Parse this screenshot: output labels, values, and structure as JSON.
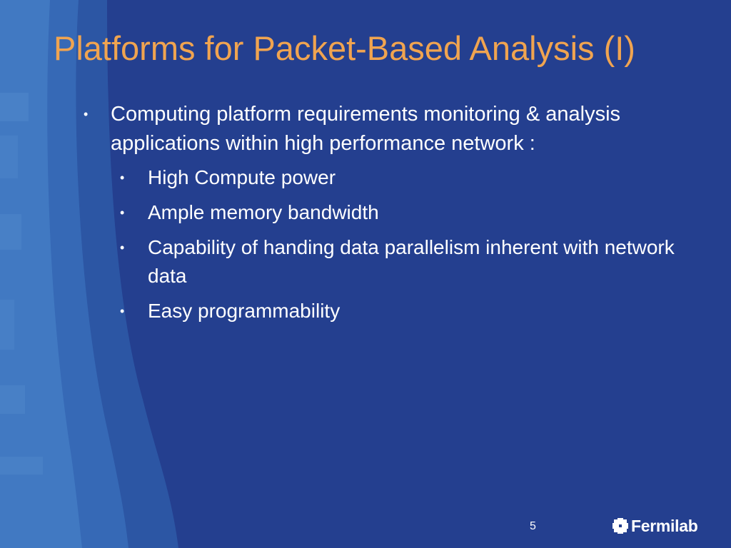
{
  "slide": {
    "title": "Platforms for Packet-Based Analysis (I)",
    "bullet": "Computing platform requirements monitoring & analysis applications within high performance network :",
    "sub_bullets": [
      "High Compute power",
      "Ample memory bandwidth",
      "Capability of handing data parallelism inherent with network data",
      "Easy programmability"
    ],
    "page_number": "5",
    "logo_text": "Fermilab",
    "bullet_glyph": "•"
  },
  "colors": {
    "background": "#243f8f",
    "title": "#f0a450",
    "text": "#ffffff"
  }
}
